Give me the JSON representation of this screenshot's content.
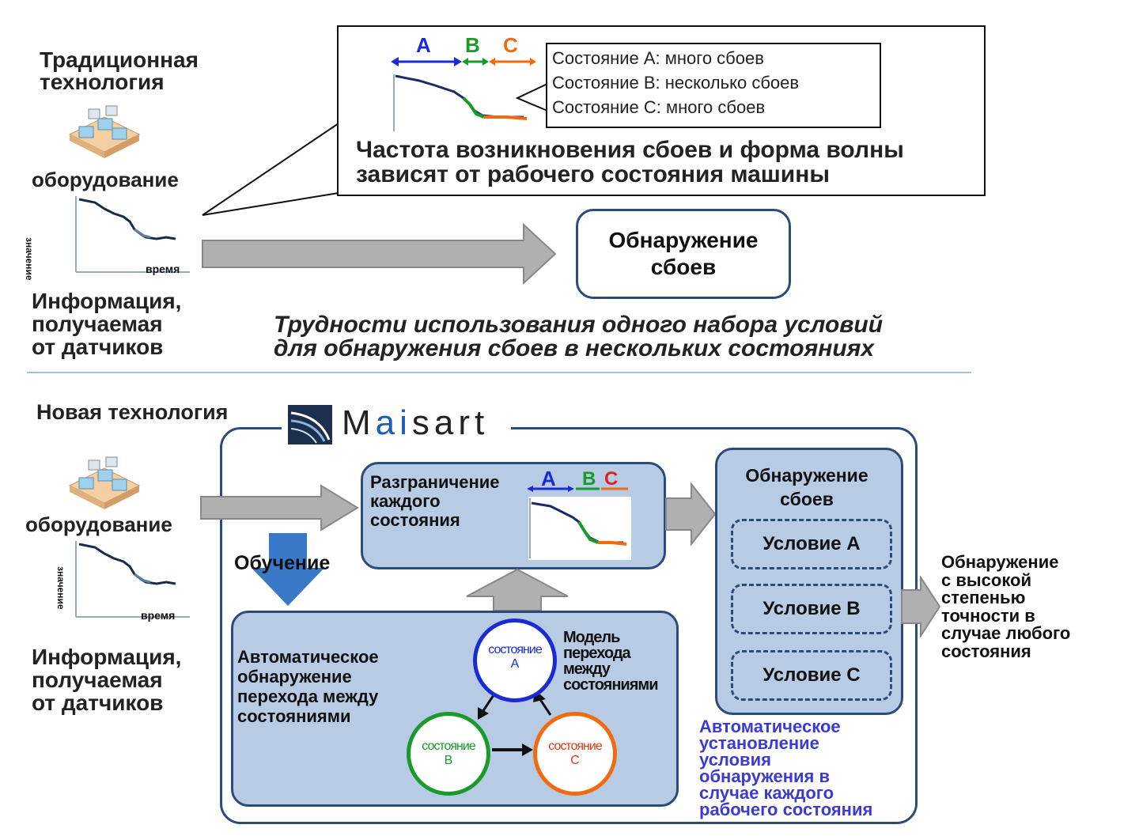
{
  "traditional": {
    "title_line1": "Традиционная",
    "title_line2": "технология",
    "equipment_label": "оборудование",
    "axis_y": "значение",
    "axis_x": "время",
    "sensor_line1": "Информация,",
    "sensor_line2": "получаемая",
    "sensor_line3": "от датчиков"
  },
  "callout": {
    "state_a": "A",
    "state_b": "B",
    "state_c": "C",
    "legend": [
      "Состояние A: много сбоев",
      "Состояние B: несколько сбоев",
      "Состояние C: много сбоев"
    ],
    "caption_line1": "Частота возникновения сбоев и форма волны",
    "caption_line2": "зависят от рабочего состояния машины"
  },
  "detection_box": {
    "line1": "Обнаружение",
    "line2": "сбоев"
  },
  "difficulty": {
    "line1": "Трудности использования одного набора условий",
    "line2": "для обнаружения сбоев в нескольких состояниях"
  },
  "new_tech": {
    "title": "Новая технология",
    "brand": "Maisart",
    "brand_parts": [
      "M",
      "ai",
      "sart"
    ],
    "equipment_label": "оборудование",
    "axis_y": "значение",
    "axis_x": "время",
    "sensor_line1": "Информация,",
    "sensor_line2": "получаемая",
    "sensor_line3": "от датчиков",
    "learning": "Обучение",
    "segmentation": {
      "line1": "Разграничение",
      "line2": "каждого",
      "line3": "состояния",
      "state_a": "A",
      "state_b": "B",
      "state_c": "C"
    },
    "auto_detect": {
      "line1": "Автоматическое",
      "line2": "обнаружение",
      "line3": "перехода между",
      "line4": "состояниями"
    },
    "model": {
      "line1": "Модель",
      "line2": "перехода",
      "line3": "между",
      "line4": "состояниями"
    },
    "states": {
      "a_word": "состояние",
      "a_letter": "A",
      "b_word": "состояние",
      "b_letter": "B",
      "c_word": "состояние",
      "c_letter": "C"
    },
    "detection_panel": {
      "title_line1": "Обнаружение",
      "title_line2": "сбоев",
      "conditions": [
        "Условие A",
        "Условие B",
        "Условие C"
      ]
    },
    "auto_setting": {
      "line1": "Автоматическое",
      "line2": "установление",
      "line3": "условия",
      "line4": "обнаружения в",
      "line5": "случае каждого",
      "line6": "рабочего состояния"
    },
    "result": {
      "line1": "Обнаружение",
      "line2": "с высокой",
      "line3": "степенью",
      "line4": "точности в",
      "line5": "случае любого",
      "line6": "состояния"
    }
  },
  "colors": {
    "state_a": "#1a2bd6",
    "state_b": "#1a9a2a",
    "state_c": "#f06a10",
    "panel_fill": "#b8cbe4",
    "panel_border": "#2c4a7a",
    "arrow_gray": "#b0b0b0",
    "arrow_blue": "#3a78c8",
    "note_blue": "#3b3bd4"
  },
  "icons": {
    "equipment": "factory-equipment-icon",
    "logo": "maisart-logo-icon"
  }
}
